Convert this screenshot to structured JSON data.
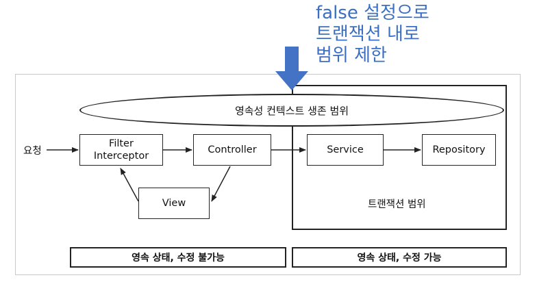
{
  "annotation": {
    "line1": "false 설정으로",
    "line2": "트랜잭션 내로",
    "line3": "범위 제한"
  },
  "ellipse_label": "영속성 컨텍스트 생존 범위",
  "request_label": "요청",
  "nodes": {
    "filter_line1": "Filter",
    "filter_line2": "Interceptor",
    "controller": "Controller",
    "view": "View",
    "service": "Service",
    "repository": "Repository"
  },
  "transaction_label": "트랜잭션 범위",
  "bars": {
    "left": "영속 상태, 수정 불가능",
    "right": "영속 상태, 수정 가능"
  },
  "colors": {
    "arrow_blue": "#4472c4",
    "annotation_text": "#3a6fc4"
  }
}
